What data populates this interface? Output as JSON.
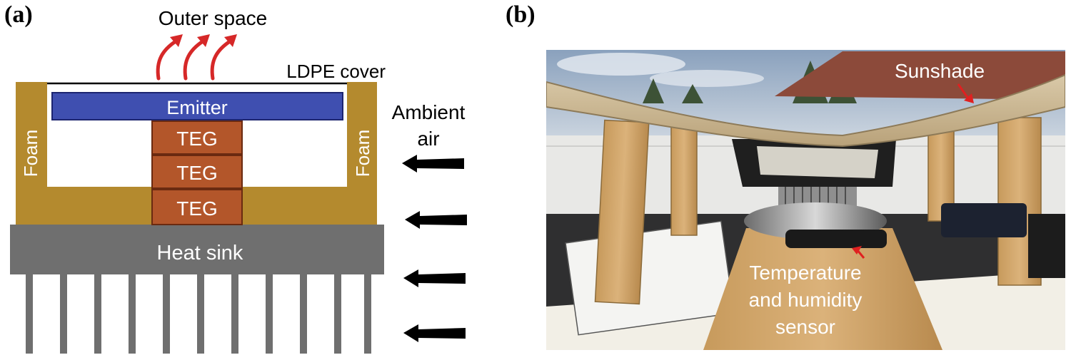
{
  "panels": {
    "a": {
      "panel_label": "(a)",
      "labels": {
        "outer_space": "Outer space",
        "ldpe_cover": "LDPE cover",
        "emitter": "Emitter",
        "teg_1": "TEG",
        "teg_2": "TEG",
        "teg_3": "TEG",
        "foam_left": "Foam",
        "foam_right": "Foam",
        "heat_sink": "Heat sink",
        "ambient_air_line1": "Ambient",
        "ambient_air_line2": "air"
      },
      "colors": {
        "foam": "#b48a2e",
        "emitter": "#3f4fb0",
        "teg": "#b3562a",
        "heat_sink": "#6f6f6f",
        "radiation_arrow": "#d62828",
        "air_arrow": "#000000"
      }
    },
    "b": {
      "panel_label": "(b)",
      "labels": {
        "sunshade": "Sunshade",
        "sensor_line1": "Temperature",
        "sensor_line2": "and humidity",
        "sensor_line3": "sensor"
      },
      "colors": {
        "annotation_arrow": "#e02020"
      }
    }
  }
}
